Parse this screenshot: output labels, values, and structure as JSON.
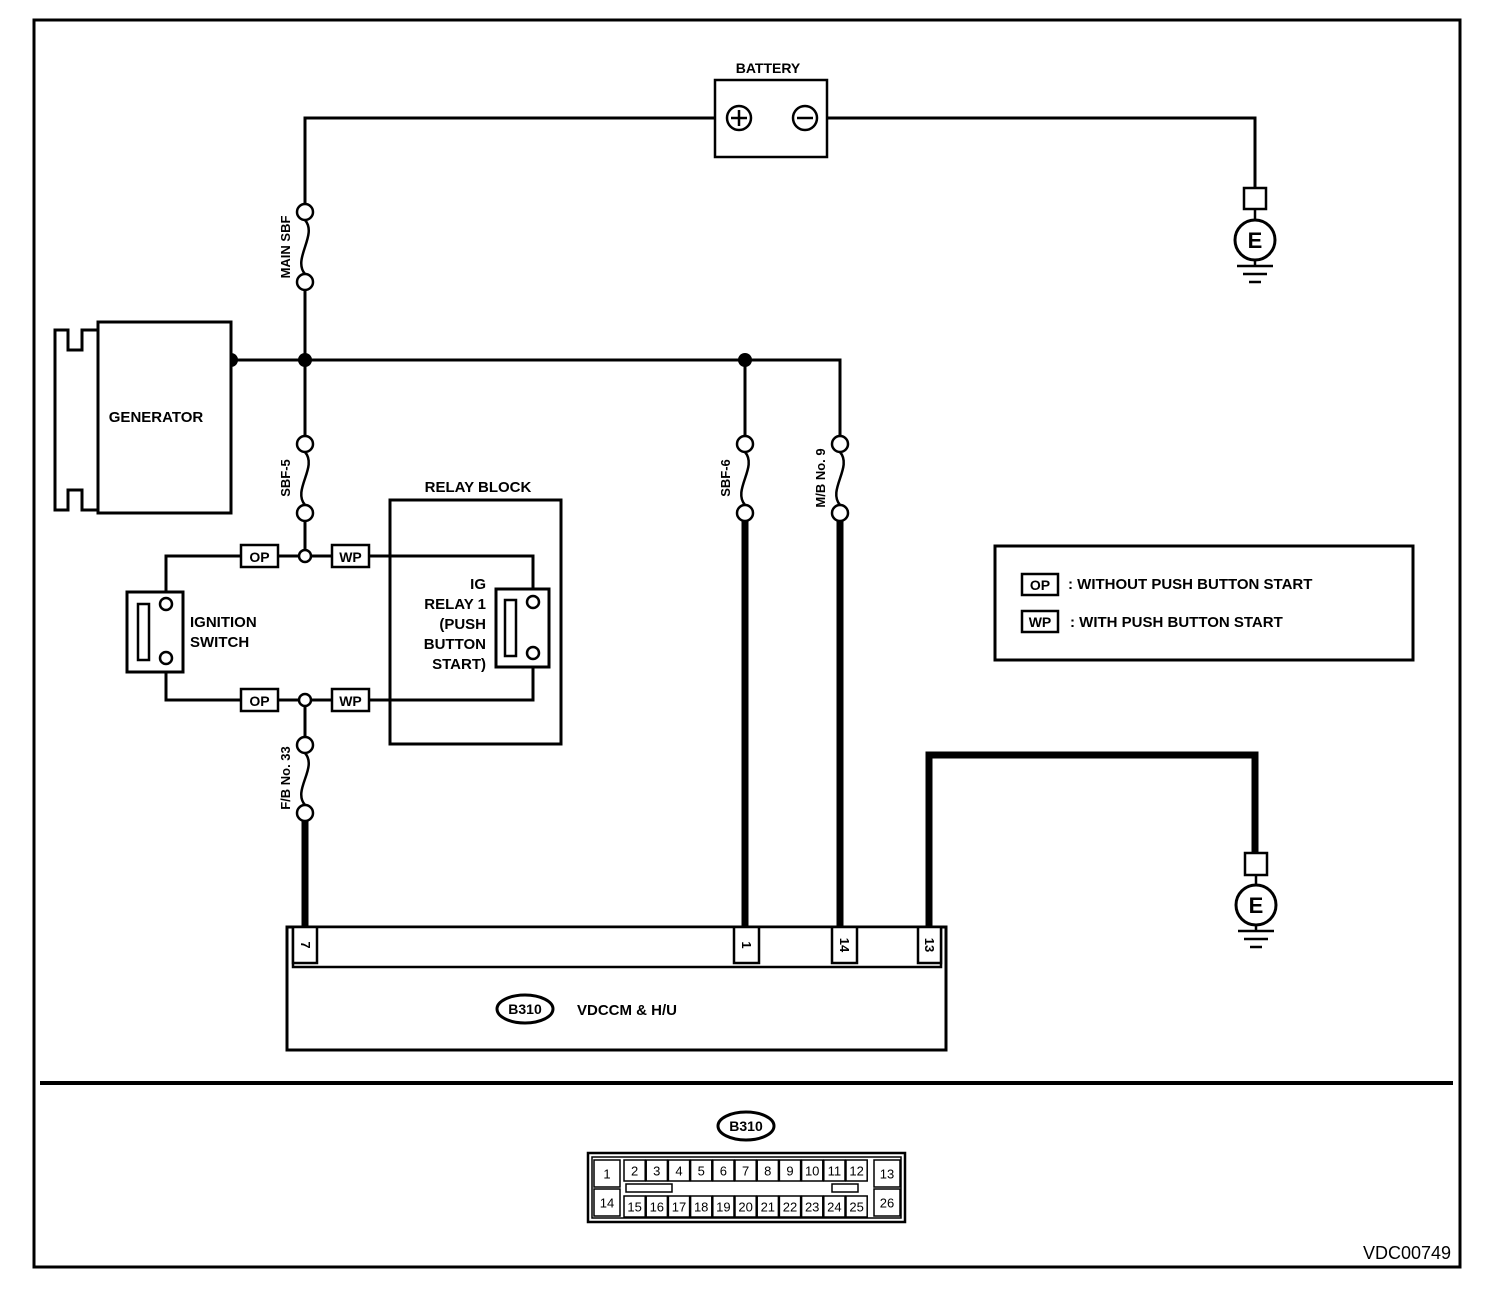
{
  "battery": {
    "label": "BATTERY"
  },
  "fuses": {
    "main_sbf": "MAIN SBF",
    "sbf5": "SBF-5",
    "sbf6": "SBF-6",
    "mb9": "M/B No. 9",
    "fb33": "F/B No. 33"
  },
  "generator": {
    "label": "GENERATOR"
  },
  "ignition_switch": {
    "line1": "IGNITION",
    "line2": "SWITCH"
  },
  "relay_block": {
    "title": "RELAY BLOCK",
    "relay_lines": [
      "IG",
      "RELAY 1",
      "(PUSH",
      "BUTTON",
      "START)"
    ]
  },
  "tags": {
    "op": "OP",
    "wp": "WP"
  },
  "legend": {
    "op_text": ": WITHOUT PUSH BUTTON START",
    "wp_text": ": WITH PUSH BUTTON START"
  },
  "ground": {
    "label": "E"
  },
  "module": {
    "connector_id": "B310",
    "name": "VDCCM & H/U",
    "pins": [
      "7",
      "1",
      "14",
      "13"
    ]
  },
  "connector_view": {
    "id": "B310",
    "left_col": [
      "1",
      "14"
    ],
    "top_row": [
      "2",
      "3",
      "4",
      "5",
      "6",
      "7",
      "8",
      "9",
      "10",
      "11",
      "12"
    ],
    "bottom_row": [
      "15",
      "16",
      "17",
      "18",
      "19",
      "20",
      "21",
      "22",
      "23",
      "24",
      "25"
    ],
    "right_col": [
      "13",
      "26"
    ]
  },
  "diagram_code": "VDC00749"
}
